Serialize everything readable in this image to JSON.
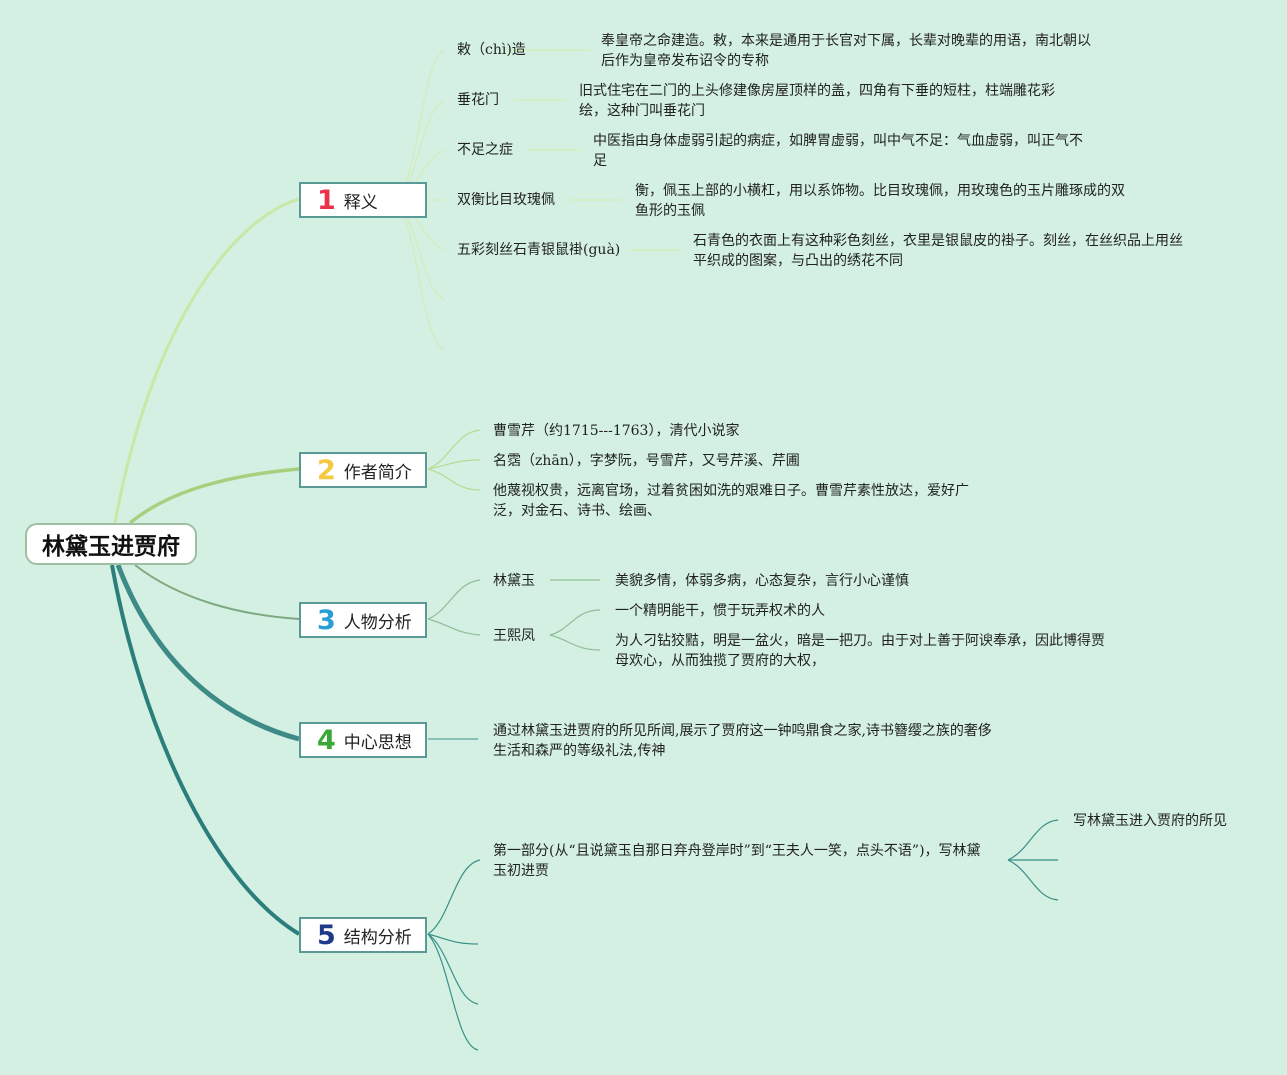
{
  "root": {
    "title": "林黛玉进贾府"
  },
  "branches": [
    {
      "num": "1",
      "label": "释义",
      "num_color": "#e8334a"
    },
    {
      "num": "2",
      "label": "作者简介",
      "num_color": "#f5c842"
    },
    {
      "num": "3",
      "label": "人物分析",
      "num_color": "#2a9fd6"
    },
    {
      "num": "4",
      "label": "中心思想",
      "num_color": "#3aa836"
    },
    {
      "num": "5",
      "label": "结构分析",
      "num_color": "#1f3a8a"
    }
  ],
  "gloss": [
    {
      "term": "敕（chì)造",
      "desc": "奉皇帝之命建造。敕，本来是通用于长官对下属，长辈对晚辈的用语，南北朝以后作为皇帝发布诏令的专称"
    },
    {
      "term": "垂花门",
      "desc": "旧式住宅在二门的上头修建像房屋顶样的盖，四角有下垂的短柱，柱端雕花彩绘，这种门叫垂花门"
    },
    {
      "term": "不足之症",
      "desc": "中医指由身体虚弱引起的病症，如脾胃虚弱，叫中气不足：气血虚弱，叫正气不足"
    },
    {
      "term": "双衡比目玫瑰佩",
      "desc": "衡，佩玉上部的小横杠，用以系饰物。比目玫瑰佩，用玫瑰色的玉片雕琢成的双鱼形的玉佩"
    },
    {
      "term": "五彩刻丝石青银鼠褂(guà)",
      "desc": "石青色的衣面上有这种彩色刻丝，衣里是银鼠皮的褂子。刻丝，在丝织品上用丝平织成的图案，与凸出的绣花不同"
    }
  ],
  "author": [
    "曹雪芹（约1715---1763），清代小说家",
    "名霑（zhān），字梦阮，号雪芹，又号芹溪、芹圃",
    "他蔑视权贵，远离官场，过着贫困如洗的艰难日子。曹雪芹素性放达，爱好广泛，对金石、诗书、绘画、"
  ],
  "characters": {
    "lin": {
      "name": "林黛玉",
      "desc": "美貌多情，体弱多病，心态复杂，言行小心谨慎"
    },
    "wang": {
      "name": "王熙凤",
      "desc1": "一个精明能干，惯于玩弄权术的人",
      "desc2": "为人刁钻狡黠，明是一盆火，暗是一把刀。由于对上善于阿谀奉承，因此博得贾母欢心，从而独揽了贾府的大权，"
    }
  },
  "theme": {
    "text": "通过林黛玉进贾府的所见所闻,展示了贾府这一钟鸣鼎食之家,诗书簪缨之族的奢侈生活和森严的等级礼法,传神"
  },
  "structure": {
    "part1": "第一部分(从“且说黛玉自那日弃舟登岸时”到“王夫人一笑，点头不语”)，写林黛玉初进贾",
    "part1_sub": "写林黛玉进入贾府的所见"
  }
}
